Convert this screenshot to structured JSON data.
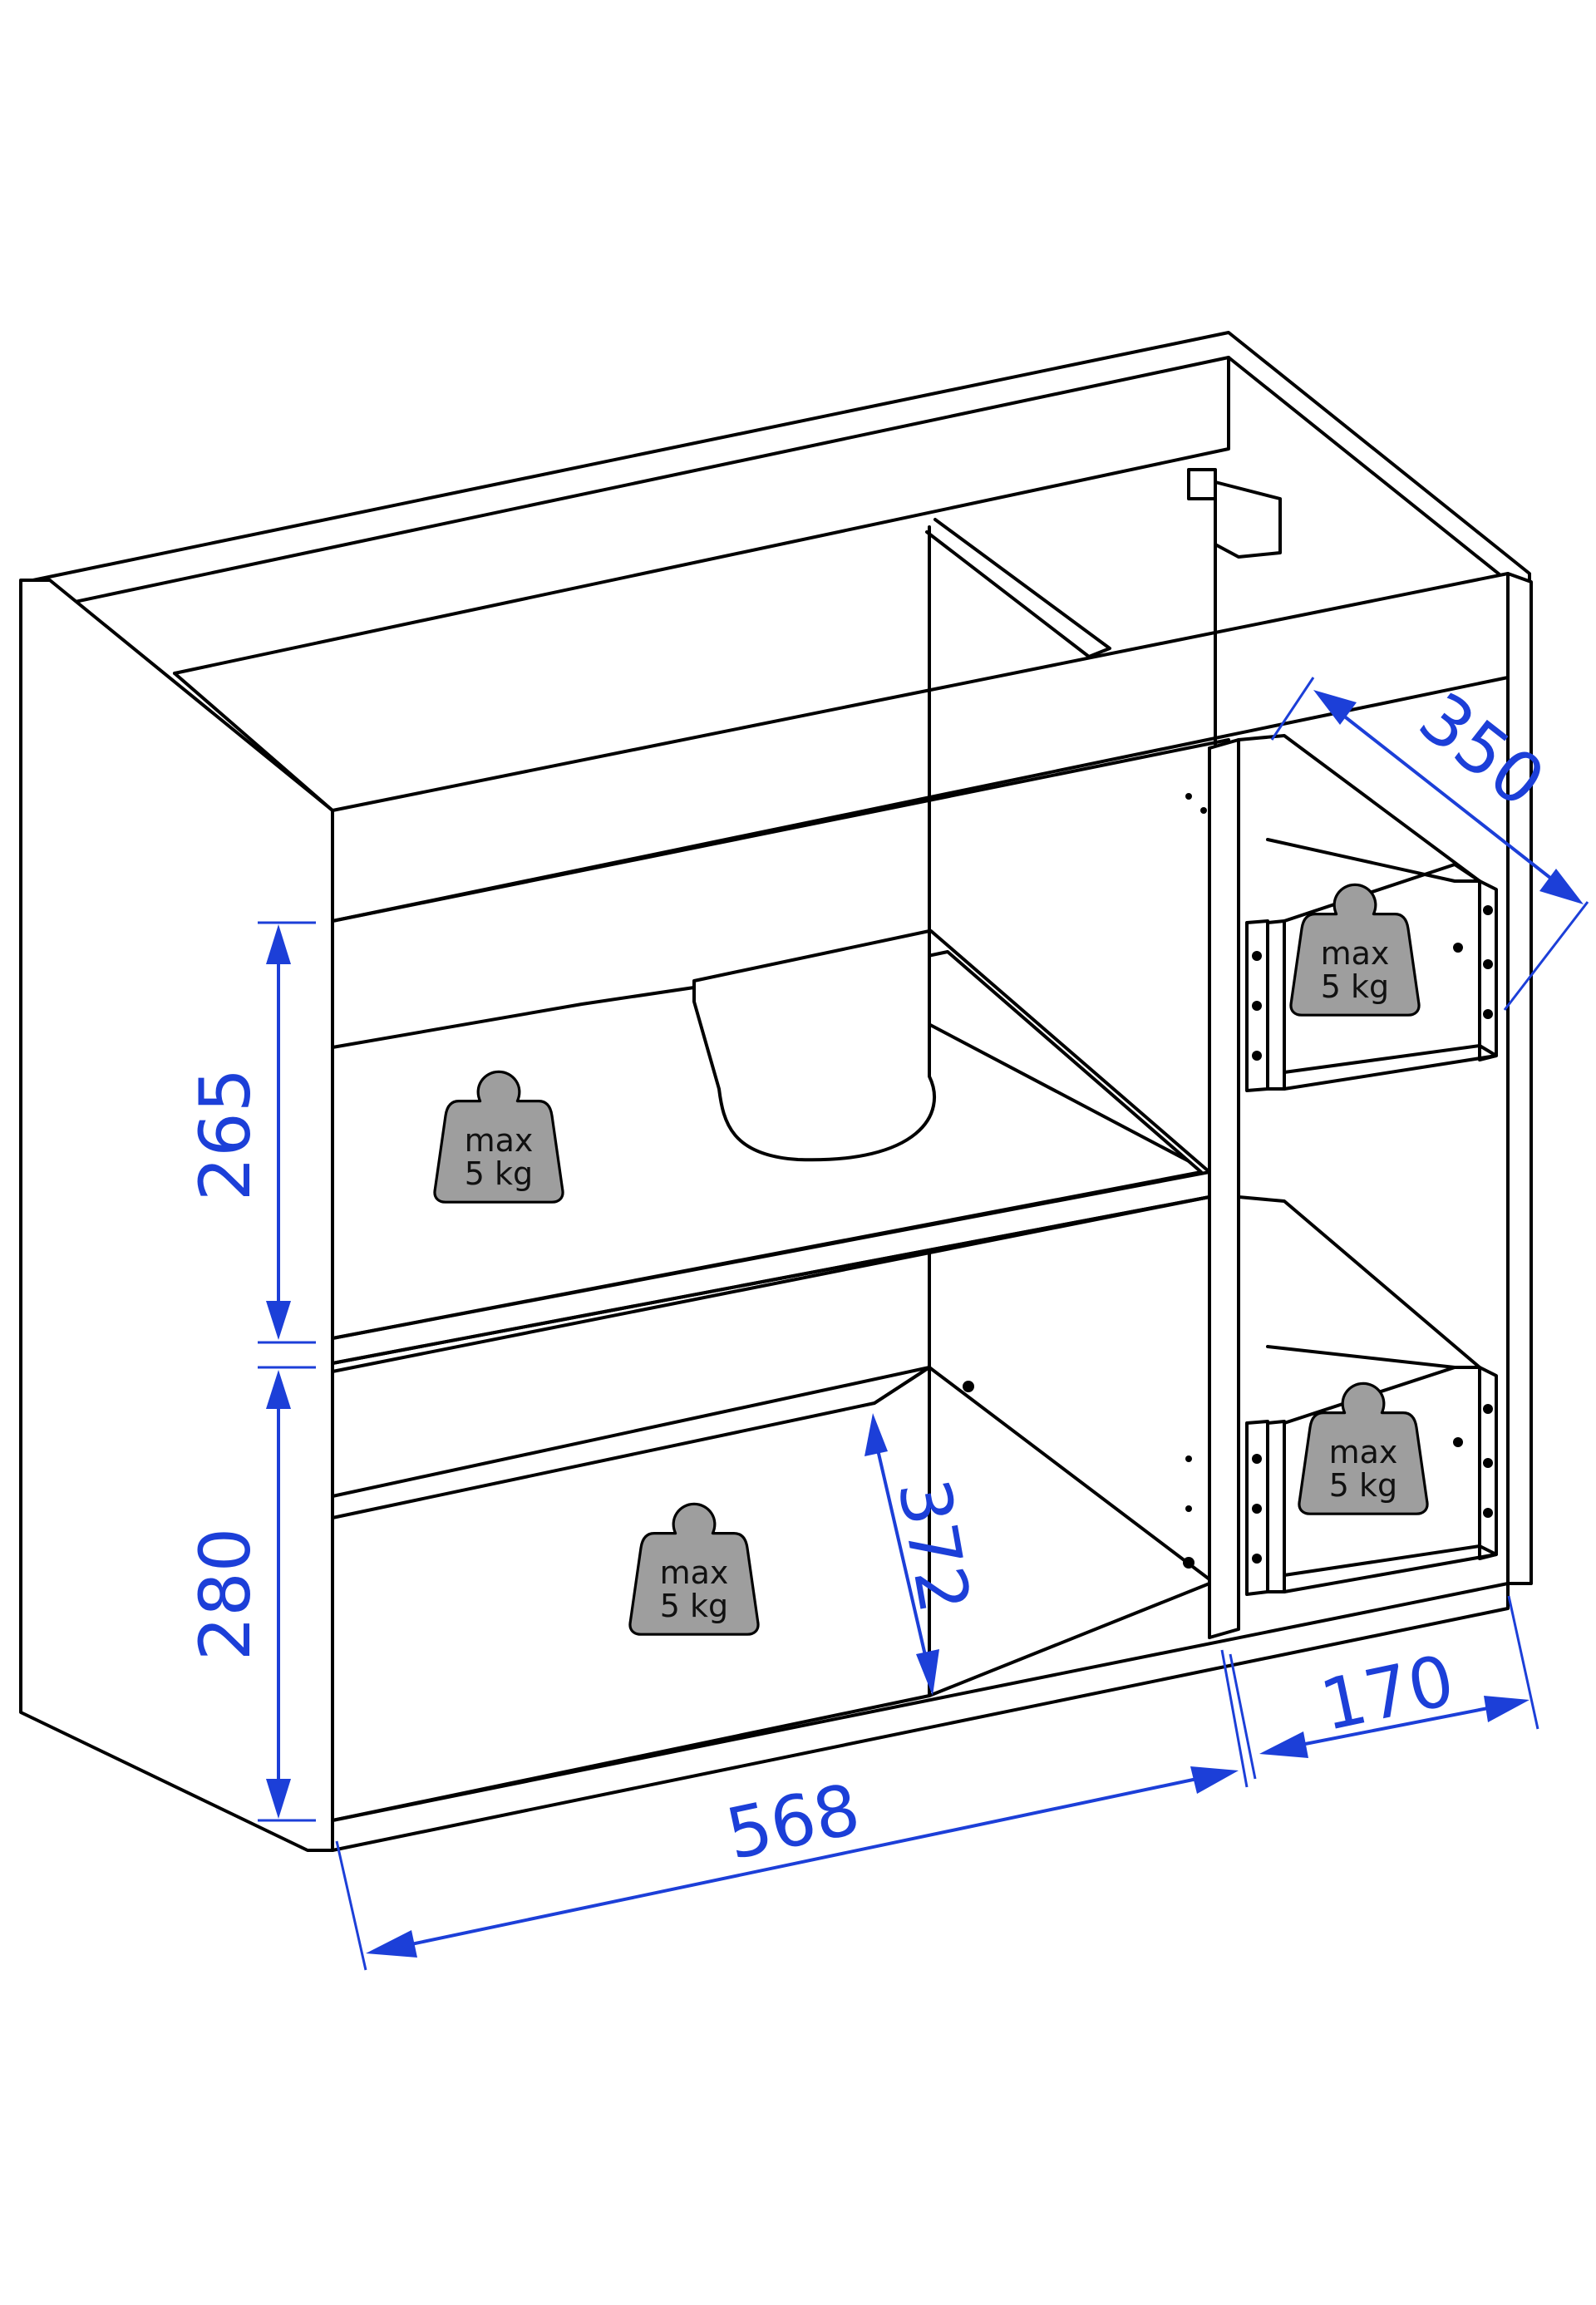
{
  "dimensions": {
    "width_main": "568",
    "width_side": "170",
    "depth": "350",
    "height_upper": "265",
    "height_lower": "280",
    "shelf_depth": "372"
  },
  "load_labels": {
    "line1": "max",
    "line2": "5 kg"
  },
  "colors": {
    "dimension": "#1c3fd8",
    "weight_fill": "#9e9e9e",
    "outline": "#000000"
  }
}
